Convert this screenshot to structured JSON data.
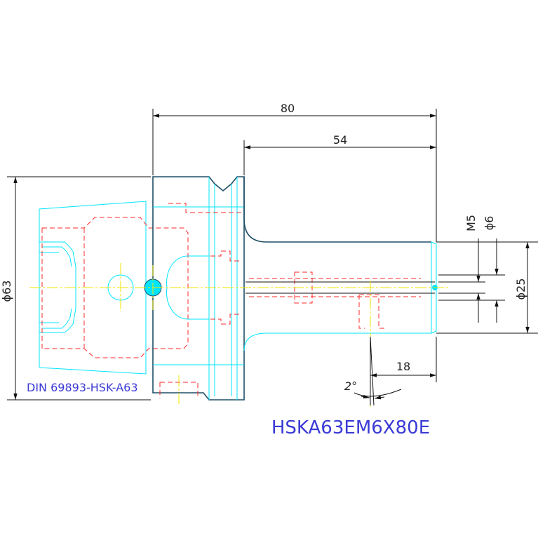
{
  "dimensions": {
    "total_length": "80",
    "shank_length": "54",
    "flange_diameter": "ϕ63",
    "shank_diameter": "ϕ25",
    "bore_diameter": "ϕ6",
    "thread": "M5",
    "tip_length": "18",
    "taper_angle": "2°"
  },
  "labels": {
    "standard": "DIN 69893-HSK-A63",
    "part_number": "HSKA63EM6X80E"
  },
  "colors": {
    "outline": "#00e5ff",
    "hidden": "#ff2a2a",
    "center": "#f2e600",
    "dimension": "#111111",
    "label": "#3a3ad6"
  }
}
